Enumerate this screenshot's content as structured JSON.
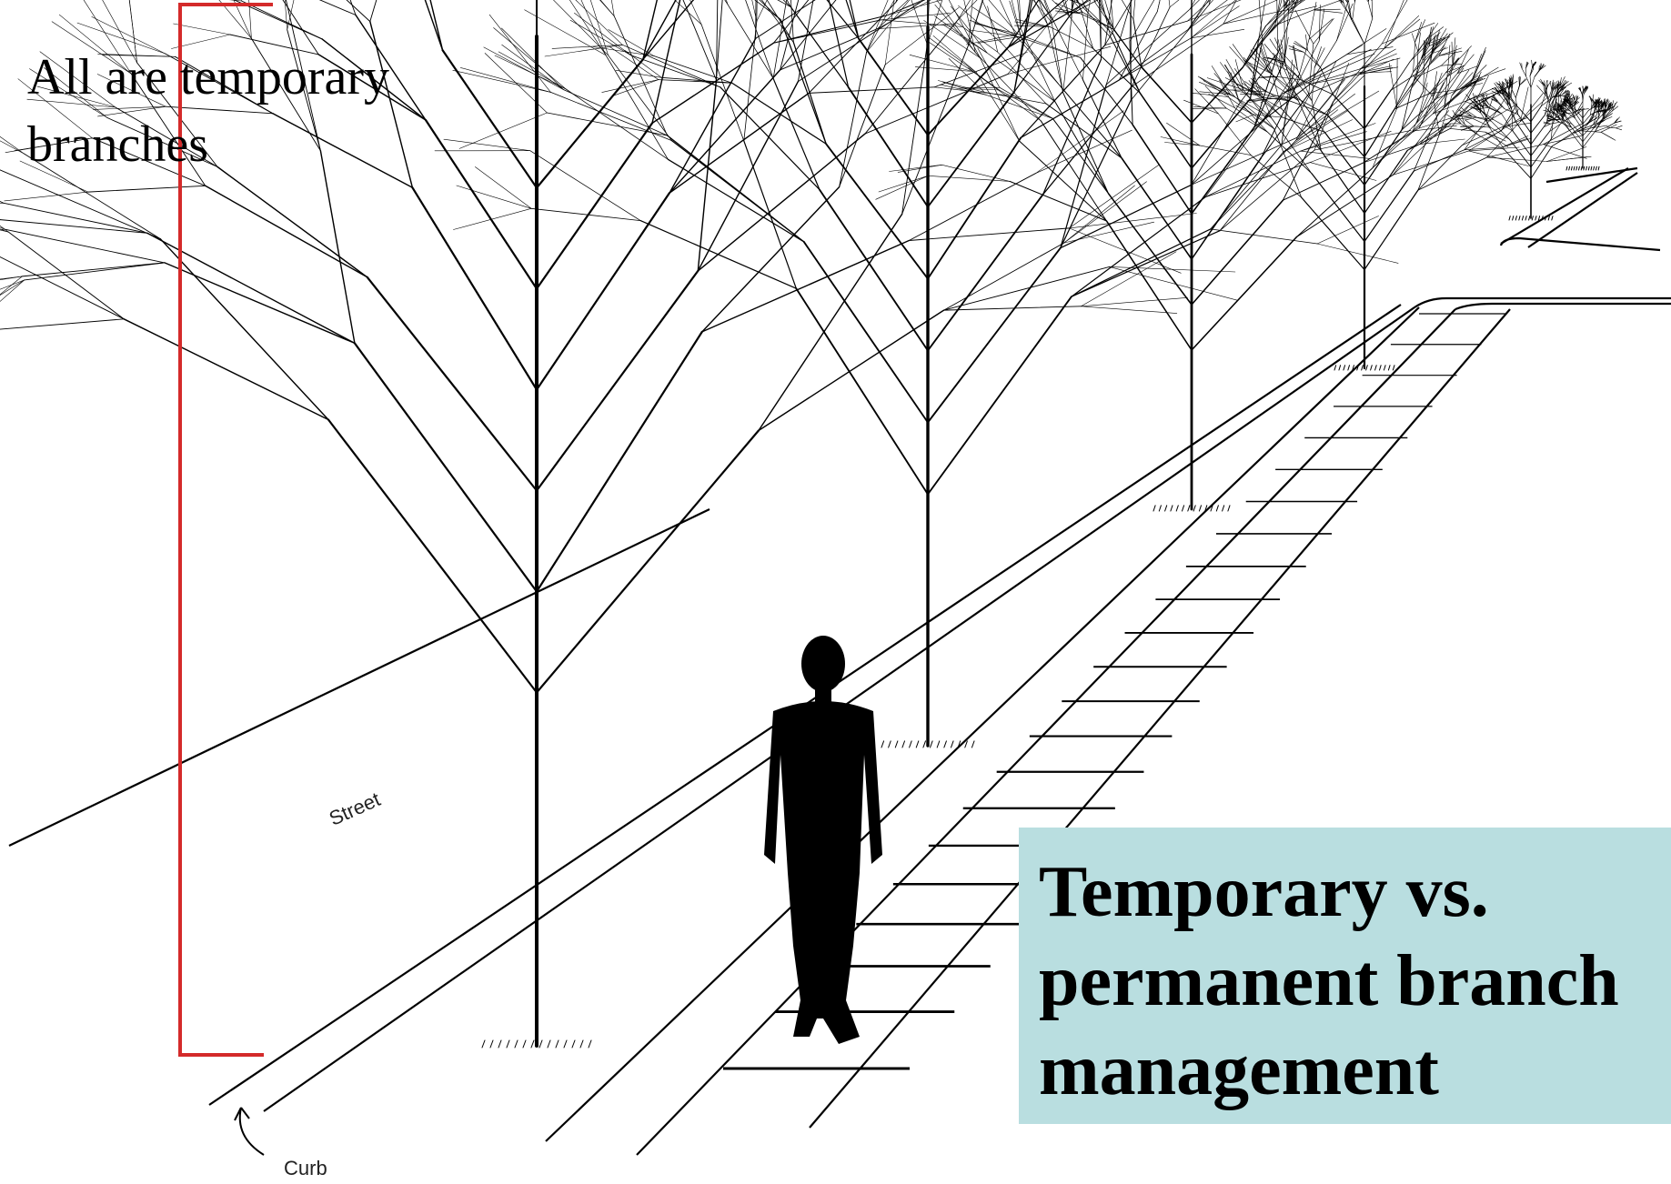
{
  "bracket_label": {
    "line1": "All are temporary",
    "line2": "branches",
    "color": "#d42a2a"
  },
  "title_box": {
    "line1": "Temporary vs.",
    "line2": "permanent branch",
    "line3": "management",
    "background": "#b9dee0"
  },
  "labels": {
    "street": "Street",
    "curb": "Curb"
  },
  "illustration": {
    "tree_count": 6,
    "figure": "person-silhouette"
  }
}
